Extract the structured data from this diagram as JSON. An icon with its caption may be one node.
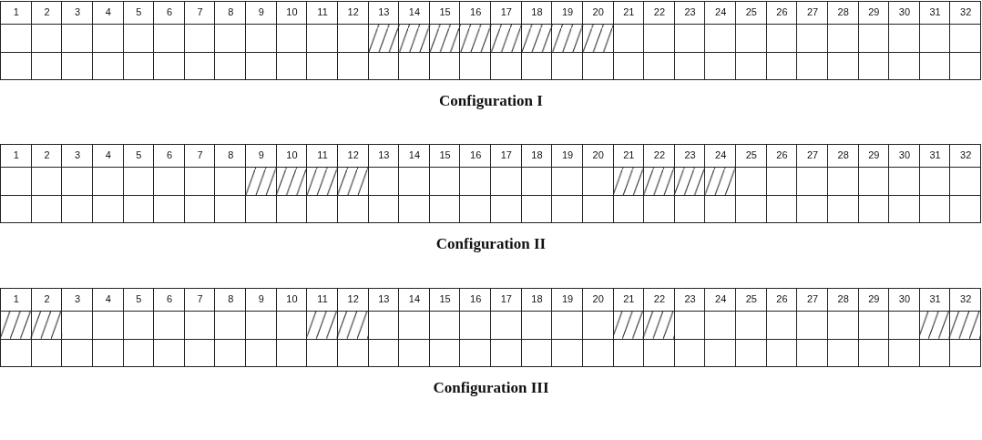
{
  "diagram": {
    "labels": [
      "1",
      "2",
      "3",
      "4",
      "5",
      "6",
      "7",
      "8",
      "9",
      "10",
      "11",
      "12",
      "13",
      "14",
      "15",
      "16",
      "17",
      "18",
      "19",
      "20",
      "21",
      "22",
      "23",
      "24",
      "25",
      "26",
      "27",
      "28",
      "29",
      "30",
      "31",
      "32",
      "Configuration I",
      "1",
      "2",
      "3",
      "4",
      "5",
      "6",
      "7",
      "8",
      "9",
      "10",
      "11",
      "12",
      "13",
      "14",
      "15",
      "16",
      "17",
      "18",
      "19",
      "20",
      "21",
      "22",
      "23",
      "24",
      "25",
      "26",
      "27",
      "28",
      "29",
      "30",
      "31",
      "32",
      "Configuration II",
      "1",
      "2",
      "3",
      "4",
      "5",
      "6",
      "7",
      "8",
      "9",
      "10",
      "11",
      "12",
      "13",
      "14",
      "15",
      "16",
      "17",
      "18",
      "19",
      "20",
      "21",
      "22",
      "23",
      "24",
      "25",
      "26",
      "27",
      "28",
      "29",
      "30",
      "31",
      "32",
      "Configuration III"
    ]
  }
}
